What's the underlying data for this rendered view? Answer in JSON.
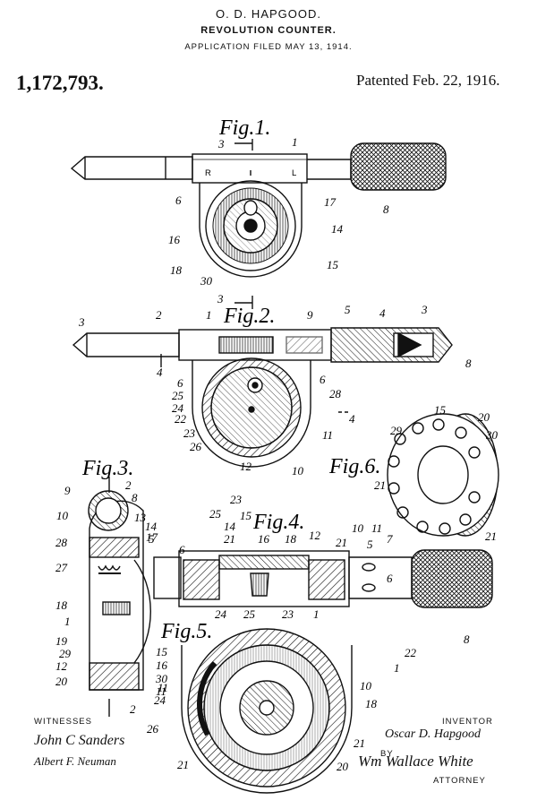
{
  "header": {
    "inventor": "O. D. HAPGOOD.",
    "title": "REVOLUTION COUNTER.",
    "filed": "APPLICATION FILED MAY 13, 1914.",
    "patent_number": "1,172,793.",
    "patented": "Patented Feb. 22, 1916."
  },
  "figures": {
    "fig1": "Fig.1.",
    "fig2": "Fig.2.",
    "fig3": "Fig.3.",
    "fig4": "Fig.4.",
    "fig5": "Fig.5.",
    "fig6": "Fig.6."
  },
  "dial_letters": {
    "r": "R",
    "l": "L"
  },
  "reference_numerals": {
    "n1": "1",
    "n2": "2",
    "n3": "3",
    "n4": "4",
    "n5": "5",
    "n6": "6",
    "n7": "7",
    "n8": "8",
    "n9": "9",
    "n10": "10",
    "n11": "11",
    "n12": "12",
    "n13": "13",
    "n14": "14",
    "n15": "15",
    "n16": "16",
    "n17": "17",
    "n18": "18",
    "n19": "19",
    "n20": "20",
    "n21": "21",
    "n22": "22",
    "n23": "23",
    "n24": "24",
    "n25": "25",
    "n26": "26",
    "n27": "27",
    "n28": "28",
    "n29": "29",
    "n30": "30"
  },
  "footer": {
    "witnesses": "WITNESSES",
    "witness1": "John C Sanders",
    "witness2": "Albert F. Neuman",
    "inventor_label": "INVENTOR",
    "inventor_sig": "Oscar D. Hapgood",
    "by": "BY",
    "attorney_sig": "Wm Wallace White",
    "attorney": "ATTORNEY"
  }
}
